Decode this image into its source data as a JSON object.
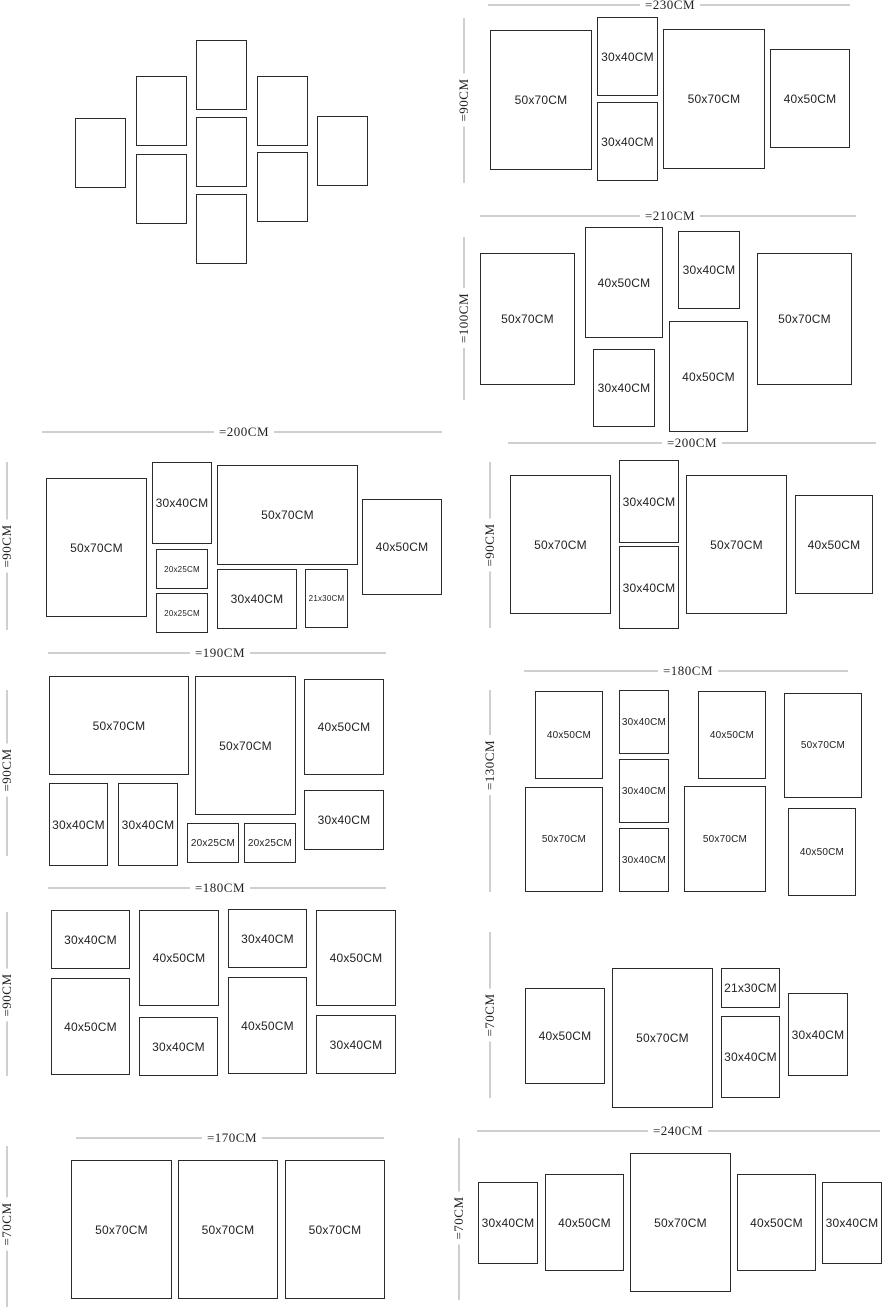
{
  "diagram": {
    "frame_sizes": {
      "s50x70": "50x70CM",
      "s40x50": "40x50CM",
      "s30x40": "30x40CM",
      "s20x25": "20x25CM",
      "s21x30": "21x30CM",
      "blank": ""
    },
    "dimension_labels": {
      "w230": "=230CM",
      "h90": "=90CM",
      "w210": "=210CM",
      "h100": "=100CM",
      "w200": "=200CM",
      "w190": "=190CM",
      "w180": "=180CM",
      "h130": "=130CM",
      "h70": "=70CM",
      "w170": "=170CM",
      "w240": "=240CM"
    }
  }
}
